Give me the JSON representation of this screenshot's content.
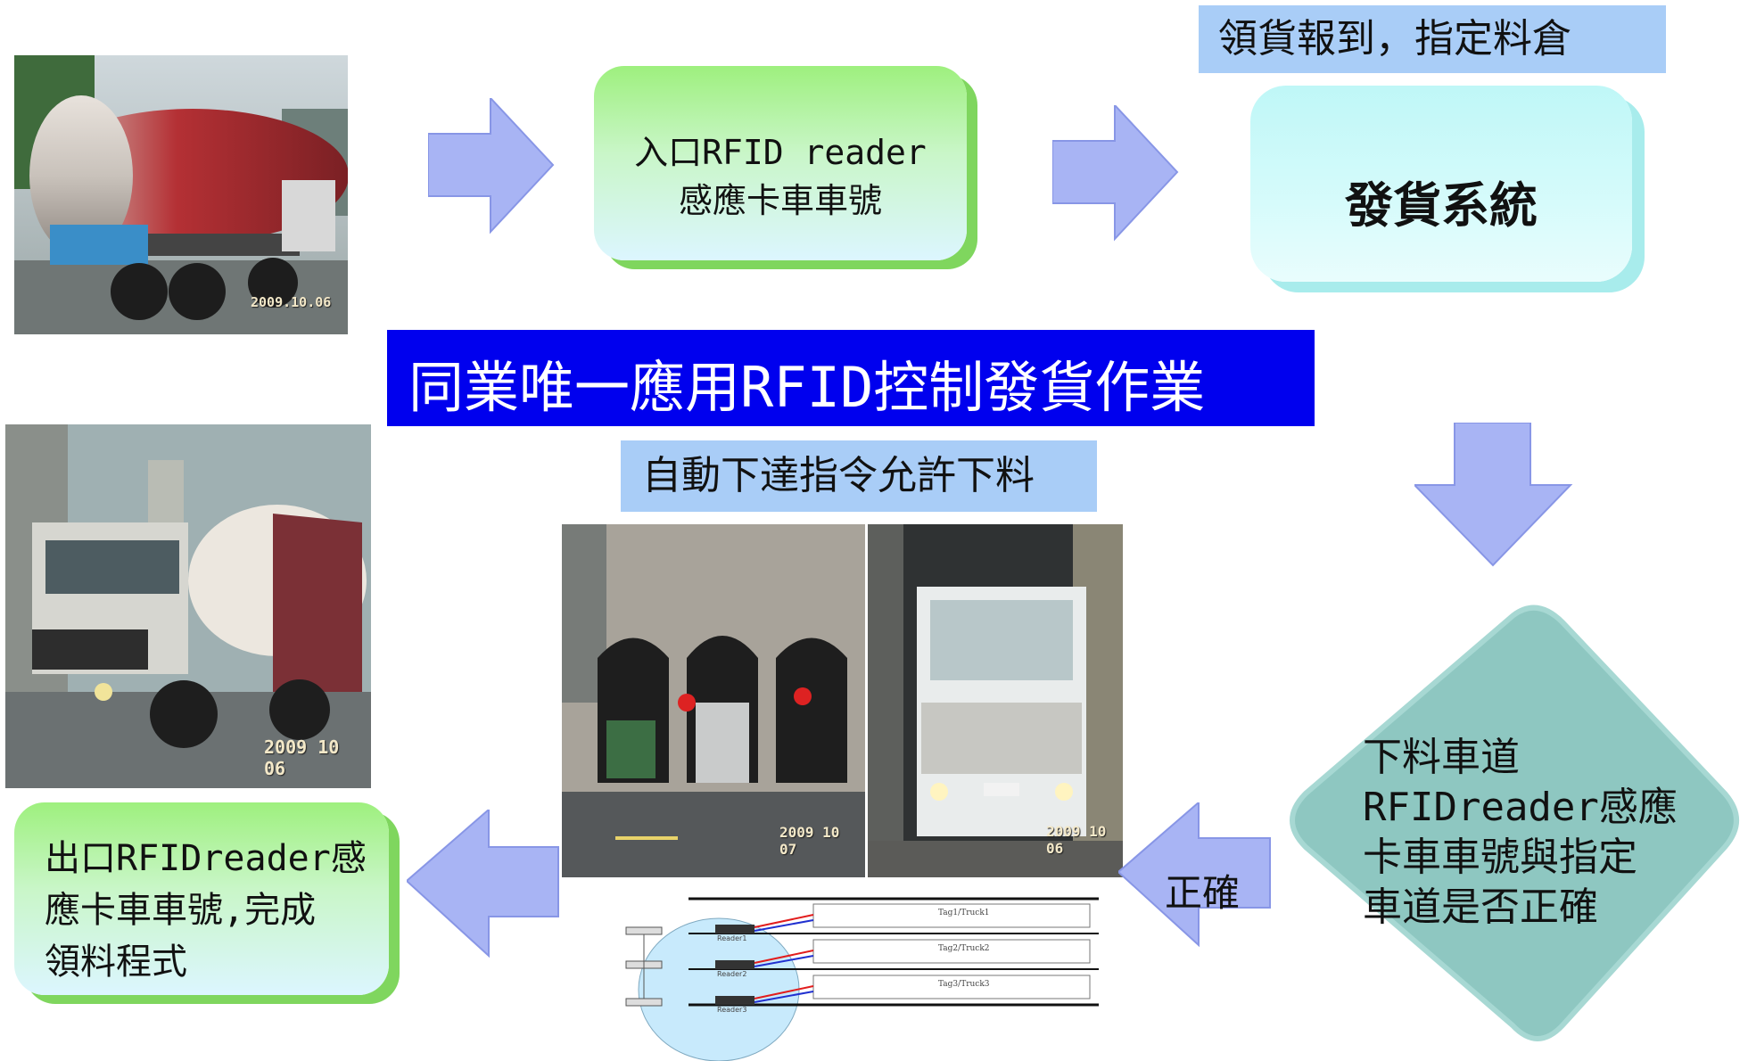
{
  "flow": {
    "entry_box": "入口RFID reader\n感應卡車車號",
    "checkin_band": "領貨報到，指定料倉",
    "shipping_system": "發貨系統",
    "headline": "同業唯一應用RFID控制發貨作業",
    "auto_command_band": "自動下達指令允許下料",
    "lane_check": "下料車道\nRFIDreader感應\n卡車車號與指定\n車道是否正確",
    "correct_label": "正確",
    "exit_box": "出口RFIDreader感\n應卡車車號,完成\n領料程式"
  },
  "photos": {
    "truck_entry_date": "2009.10.06",
    "truck_exit_date": "2009 10 06",
    "silo_date": "2009 10 07",
    "truck_front_date": "2009 10 06"
  },
  "lane_diagram": {
    "tags": [
      "Tag1/Truck1",
      "Tag2/Truck2",
      "Tag3/Truck3"
    ],
    "readers": [
      "Reader1",
      "Reader2",
      "Reader3"
    ]
  },
  "colors": {
    "headline_bg": "#0000ee",
    "band_bg": "#a9cdf7",
    "arrow": "#a8b4f4",
    "diamond": "#8ec7c1"
  }
}
